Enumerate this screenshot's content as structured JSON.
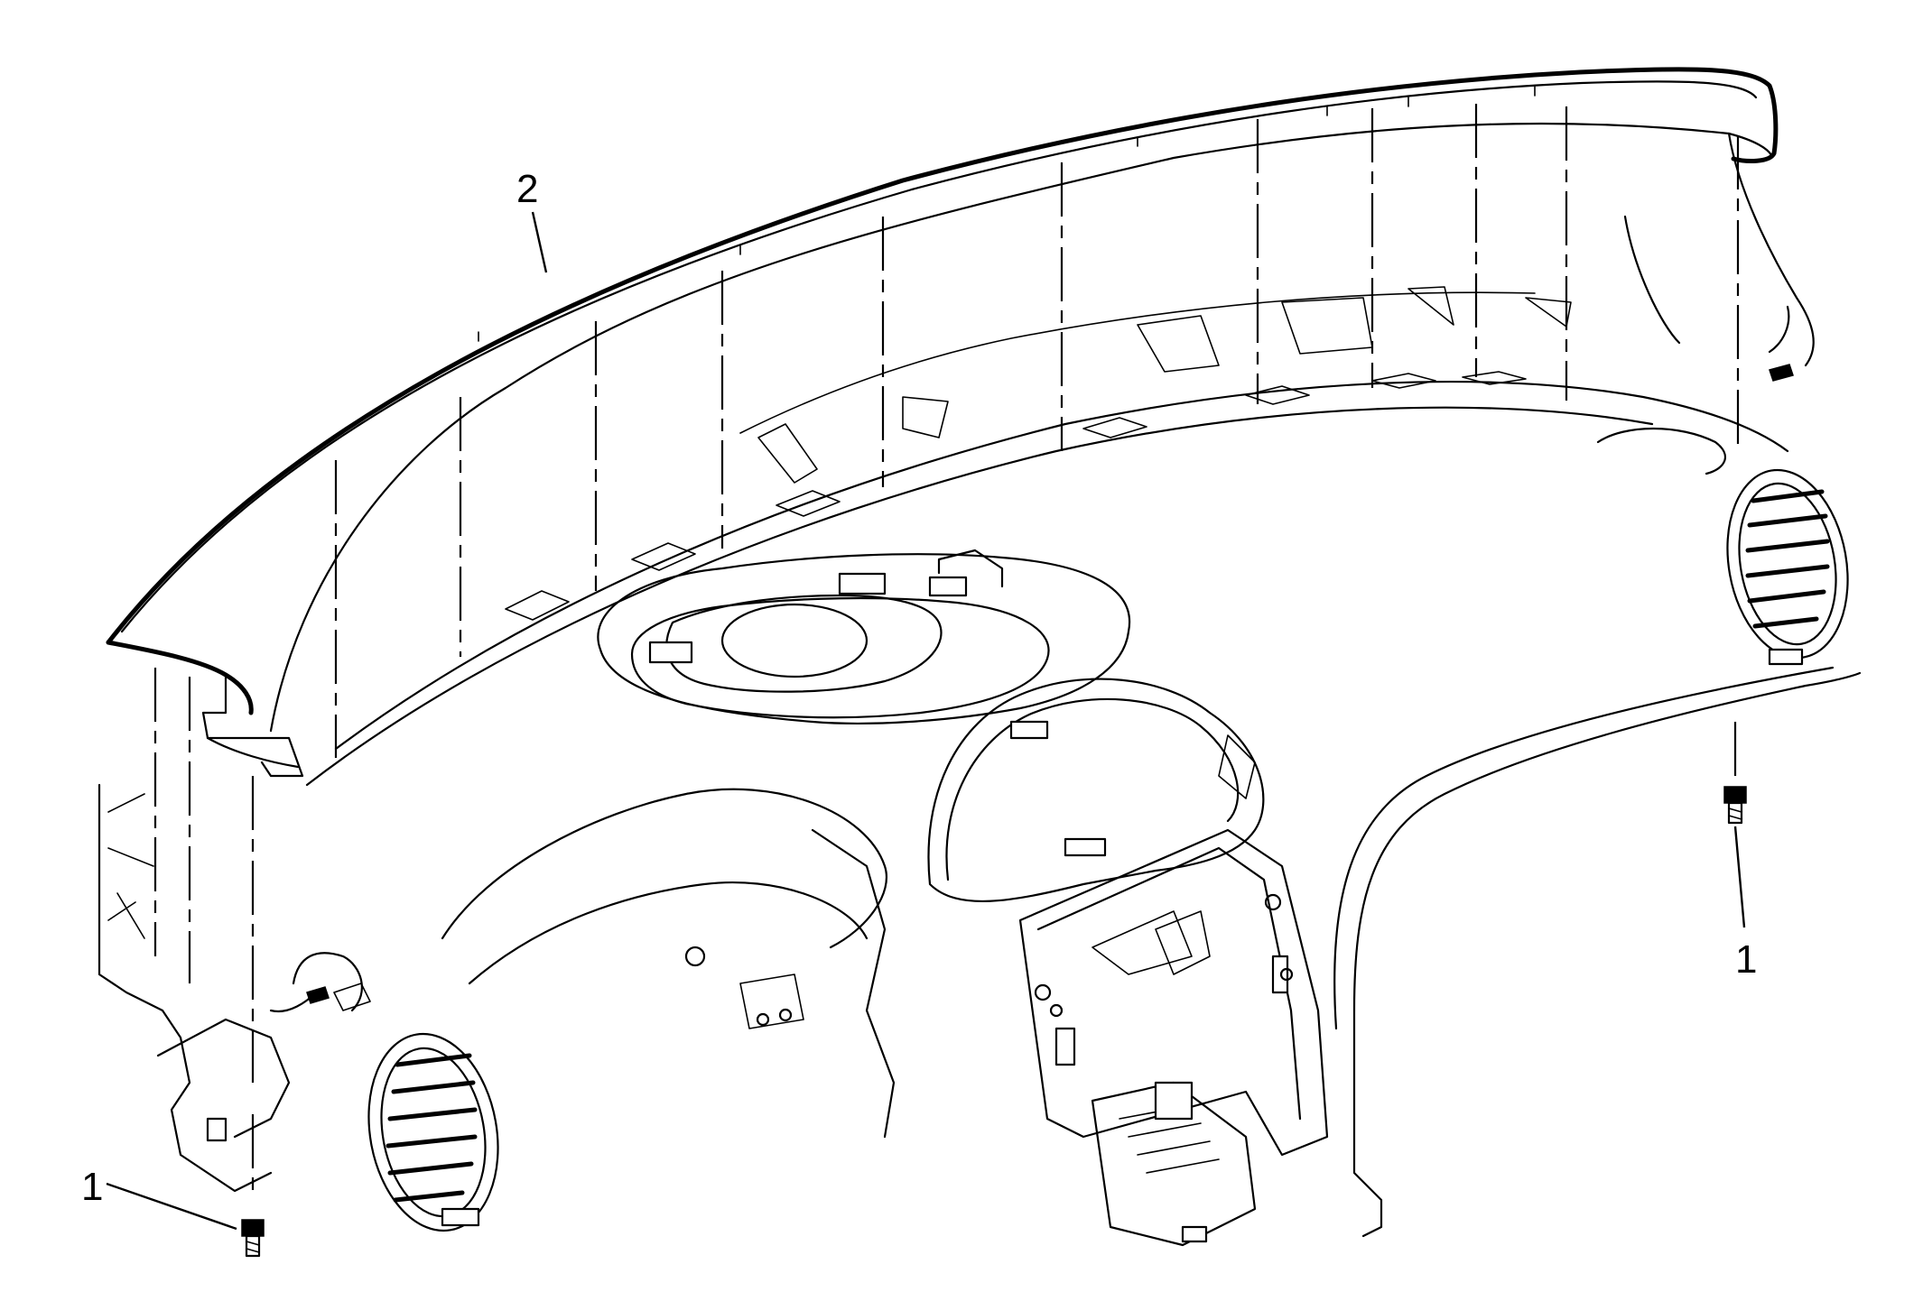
{
  "callouts": {
    "upper_trim_pad": "2",
    "fastener_right": "1",
    "fastener_left": "1"
  }
}
